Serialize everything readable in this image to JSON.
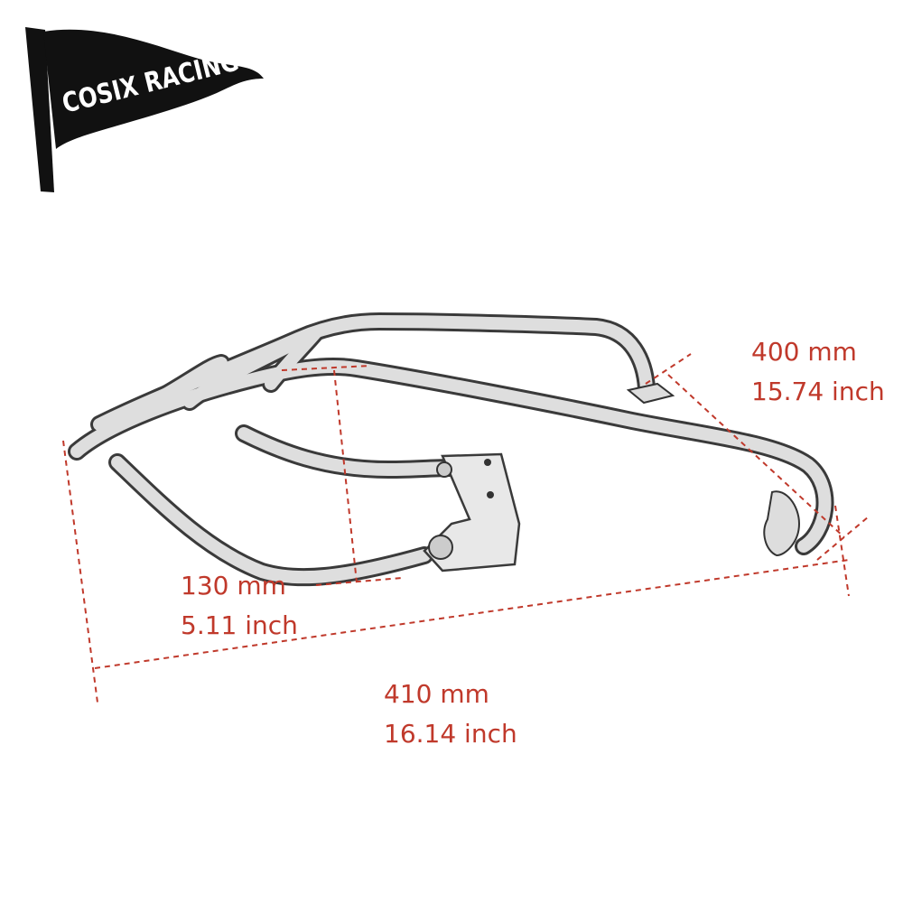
{
  "logo": {
    "text": "COSIX RACING",
    "icon": "pennant-flag-logo"
  },
  "dimensions": {
    "depth": {
      "mm": "400 mm",
      "inch": "15.74 inch"
    },
    "height": {
      "mm": "130 mm",
      "inch": "5.11 inch"
    },
    "width": {
      "mm": "410 mm",
      "inch": "16.14 inch"
    }
  },
  "colors": {
    "dimension": "#c0392b",
    "tube": "#9a9a9a",
    "outline": "#3a3a3a",
    "logo": "#111111"
  }
}
